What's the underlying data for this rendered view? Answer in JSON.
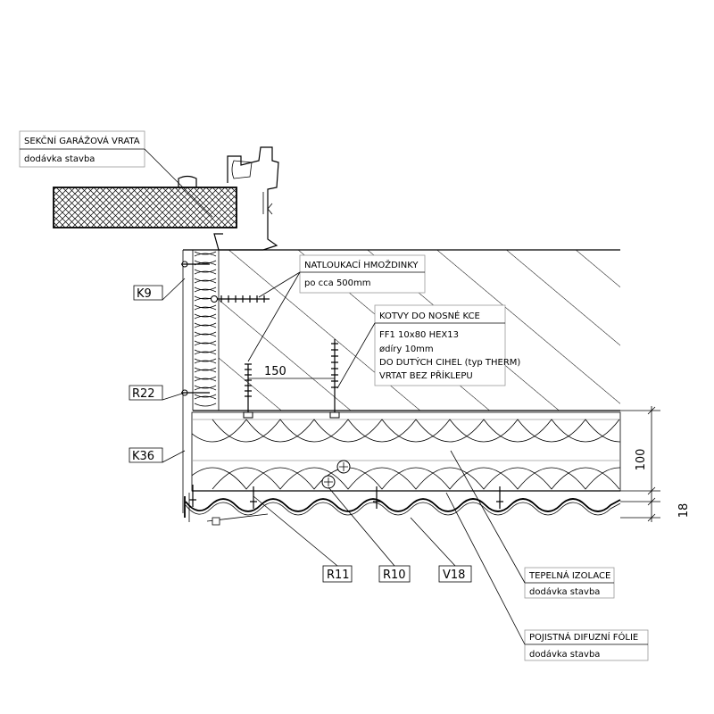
{
  "labels": {
    "garage_door": {
      "title": "SEKČNÍ GARÁŽOVÁ VRATA",
      "note": "dodávka stavba"
    },
    "dowels": {
      "title": "NATLOUKACÍ HMOŽDINKY",
      "note": "po cca 500mm"
    },
    "anchors": {
      "title": "KOTVY DO NOSNÉ KCE",
      "line1": "FF1 10x80 HEX13",
      "line2": "ødíry 10mm",
      "line3": "DO DUTÝCH CIHEL (typ THERM)",
      "line4": "VRTAT BEZ PŘÍKLEPU"
    },
    "insulation": {
      "title": "TEPELNÁ IZOLACE",
      "note": "dodávka stavba"
    },
    "membrane": {
      "title": "POJISTNÁ DIFUZNÍ FÓLIE",
      "note": "dodávka stavba"
    }
  },
  "tags": {
    "k9": "K9",
    "r22": "R22",
    "k36": "K36",
    "r11": "R11",
    "r10": "R10",
    "v18": "V18"
  },
  "dimensions": {
    "anchor_spacing": "150",
    "insulation_thickness": "100",
    "gap": "18"
  }
}
